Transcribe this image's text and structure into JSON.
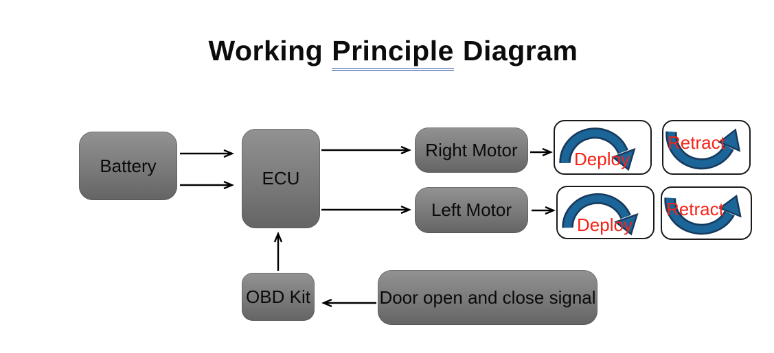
{
  "title": {
    "prefix": "Working",
    "underlined": "Principle",
    "suffix": "Diagram"
  },
  "nodes": {
    "battery": "Battery",
    "ecu": "ECU",
    "right_motor": "Right Motor",
    "left_motor": "Left Motor",
    "obd_kit": "OBD Kit",
    "door_signal": "Door open and close signal"
  },
  "indicators": {
    "deploy": "Deploy",
    "retract": "Retract"
  },
  "colors": {
    "node_gray_top": "#929292",
    "node_gray_bottom": "#646464",
    "arrow_blue_fill": "#1b6599",
    "arrow_blue_outline": "#17395c",
    "action_text_red": "#f52317",
    "title_underline_blue": "#3e5fae",
    "connector_black": "#000000"
  }
}
